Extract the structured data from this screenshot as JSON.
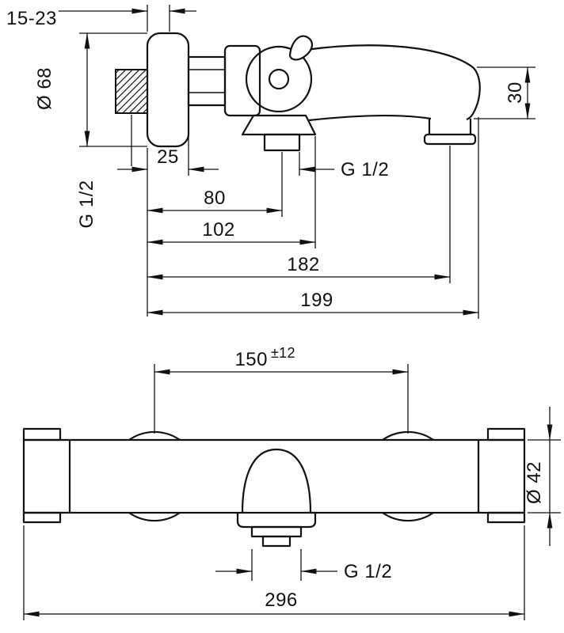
{
  "colors": {
    "line": "#111111",
    "background": "#ffffff"
  },
  "top_view": {
    "wall_depth": "15-23",
    "escutcheon_diameter": "Ø 68",
    "wall_thread": "G 1/2",
    "escutcheon_depth": "25",
    "shower_outlet_thread": "G 1/2",
    "spout_end_height": "30",
    "wall_to_shower_outlet": "80",
    "wall_to_body_end": "102",
    "wall_to_spout_outlet": "182",
    "wall_to_spout_tip": "199"
  },
  "front_view": {
    "connection_centers": "150",
    "connection_tolerance": "±12",
    "body_diameter": "Ø 42",
    "outlet_thread": "G 1/2",
    "overall_width": "296"
  }
}
